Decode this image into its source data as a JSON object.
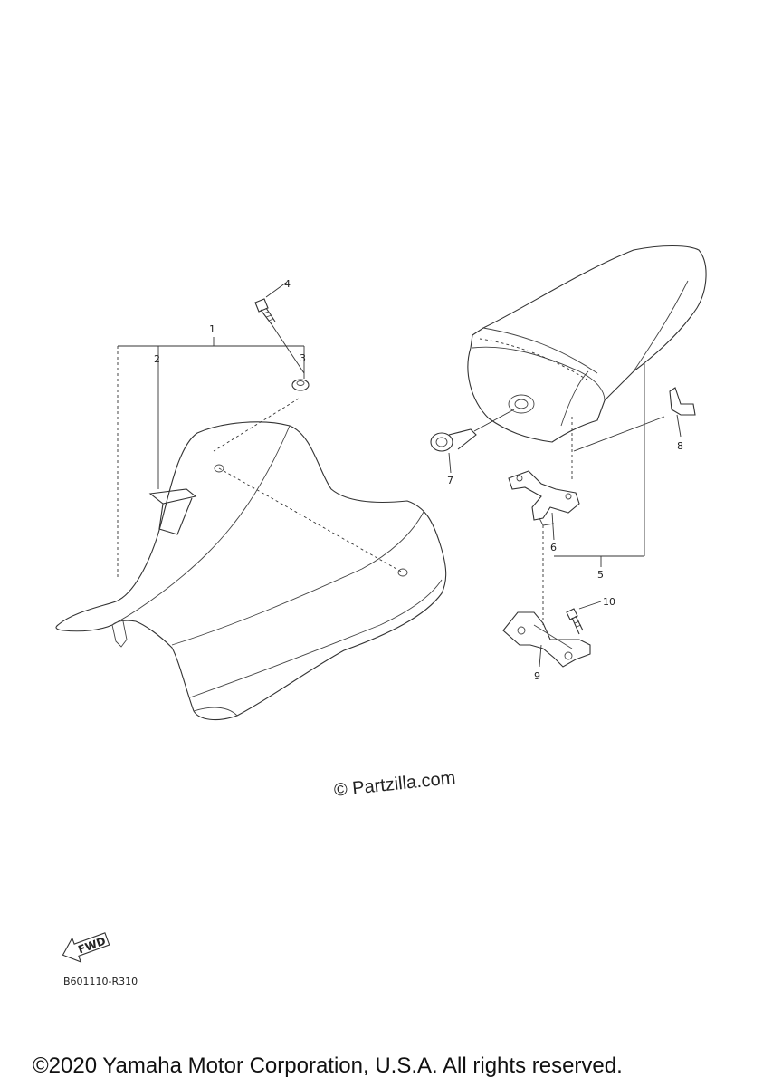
{
  "diagram": {
    "callouts": [
      "1",
      "2",
      "3",
      "4",
      "5",
      "6",
      "7",
      "8",
      "9",
      "10"
    ],
    "watermark": "© Partzilla.com",
    "fwd_label": "FWD",
    "drawing_code": "B601110-R310"
  },
  "footer": {
    "copyright": "©2020 Yamaha Motor Corporation, U.S.A. All rights reserved."
  }
}
